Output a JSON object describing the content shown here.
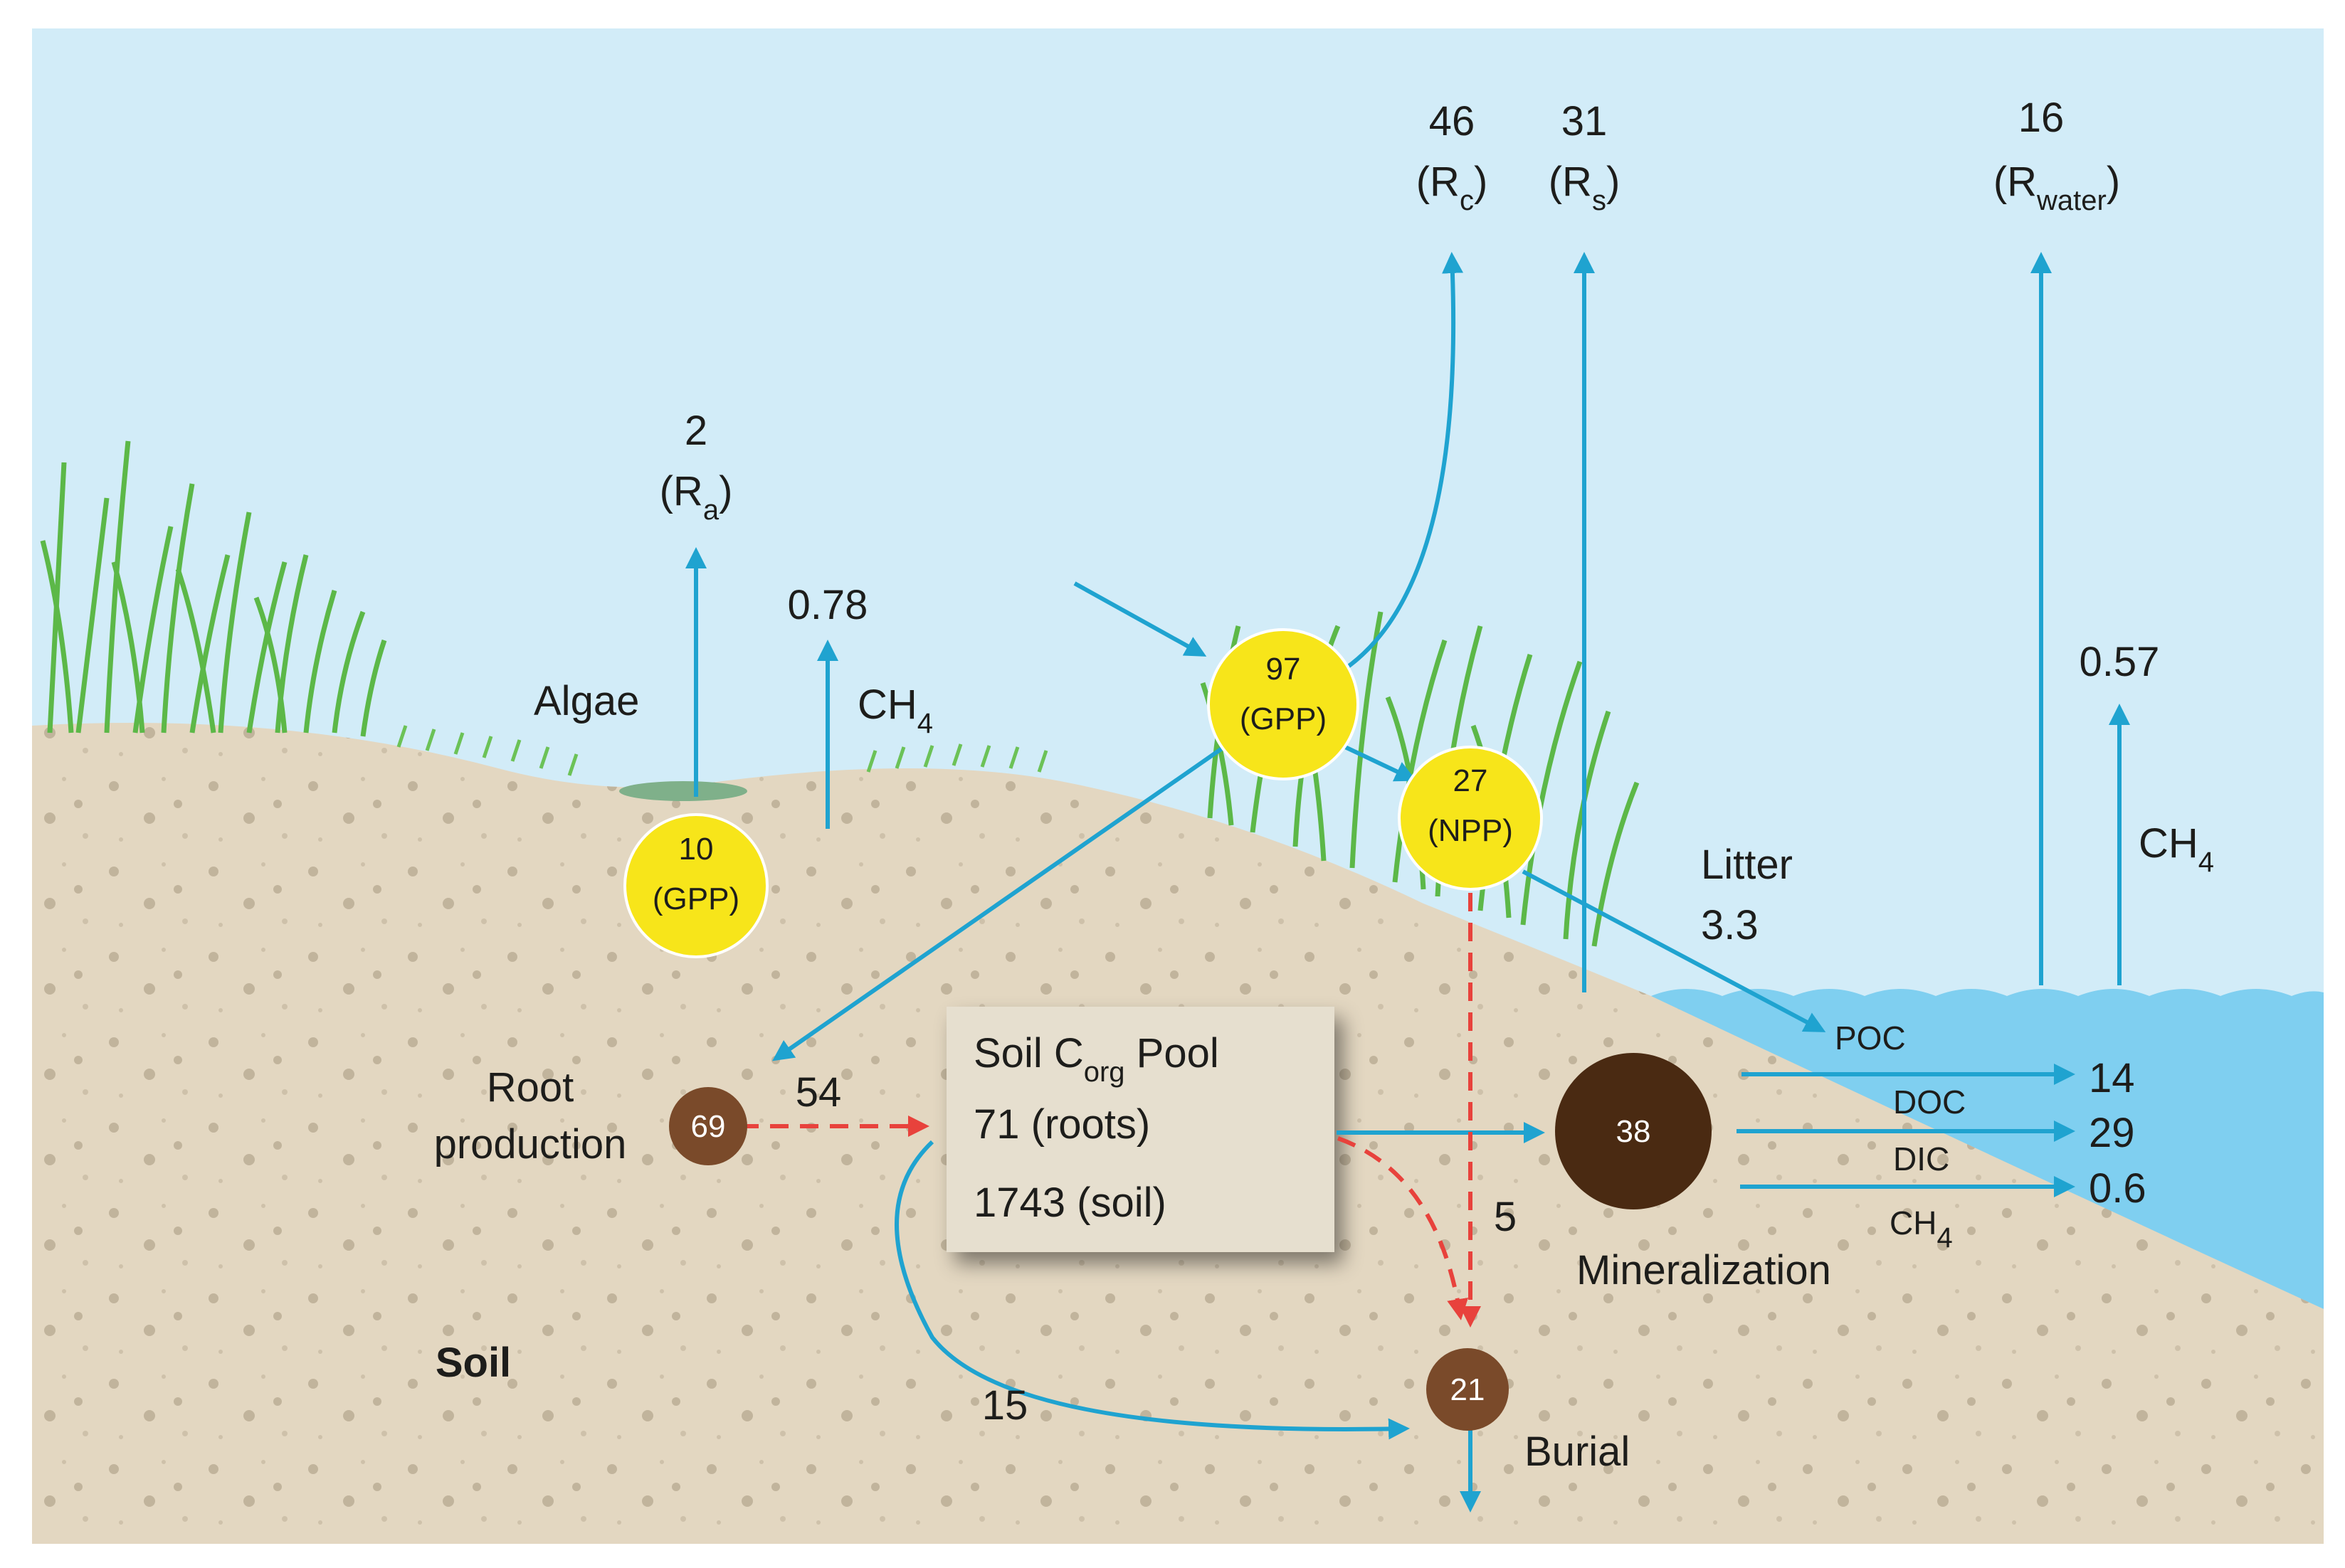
{
  "labels": {
    "ra_value": "2",
    "ra_label": "(R",
    "ra_sub": "a",
    "ra_close": ")",
    "rc_value": "46",
    "rc_label": "(R",
    "rc_sub": "c",
    "rc_close": ")",
    "rs_value": "31",
    "rs_label": "(R",
    "rs_sub": "s",
    "rs_close": ")",
    "rwater_value": "16",
    "rwater_label": "(R",
    "rwater_sub": "water",
    "rwater_close": ")",
    "ch4_left_value": "0.78",
    "ch4_left_label": "CH",
    "ch4_left_sub": "4",
    "algae": "Algae",
    "ch4_right_value": "0.57",
    "ch4_right_label": "CH",
    "ch4_right_sub": "4",
    "litter_label": "Litter",
    "litter_value": "3.3",
    "root_production_1": "Root",
    "root_production_2": "production",
    "root_flux": "54",
    "pool_line1_a": "Soil C",
    "pool_line1_sub": "org",
    "pool_line1_b": " Pool",
    "pool_line2": "71 (roots)",
    "pool_line3": "1743 (soil)",
    "burial_flux_pool": "5",
    "burial_flux_roots": "15",
    "soil": "Soil",
    "burial": "Burial",
    "mineralization": "Mineralization",
    "poc": "POC",
    "doc": "DOC",
    "dic": "DIC",
    "ch4_water_label": "CH",
    "ch4_water_sub": "4",
    "export_poc": "14",
    "export_doc": "29",
    "export_ch4": "0.6"
  },
  "nodes": {
    "algae_gpp_value": "10",
    "algae_gpp_label": "(GPP)",
    "plant_gpp_value": "97",
    "plant_gpp_label": "(GPP)",
    "plant_npp_value": "27",
    "plant_npp_label": "(NPP)",
    "root_pool_value": "69",
    "mineralization_value": "38",
    "burial_value": "21"
  },
  "colors": {
    "sky": "#d2ecf8",
    "soil": "#e3d7c1",
    "water": "#7fcff0",
    "flux_arrow": "#1fa3d0",
    "dashed_arrow": "#e8423c",
    "node_yellow": "#f7e51a",
    "node_brown": "#7a4a2a",
    "node_dark_brown": "#4a2a12",
    "grass": "#5cb848"
  }
}
